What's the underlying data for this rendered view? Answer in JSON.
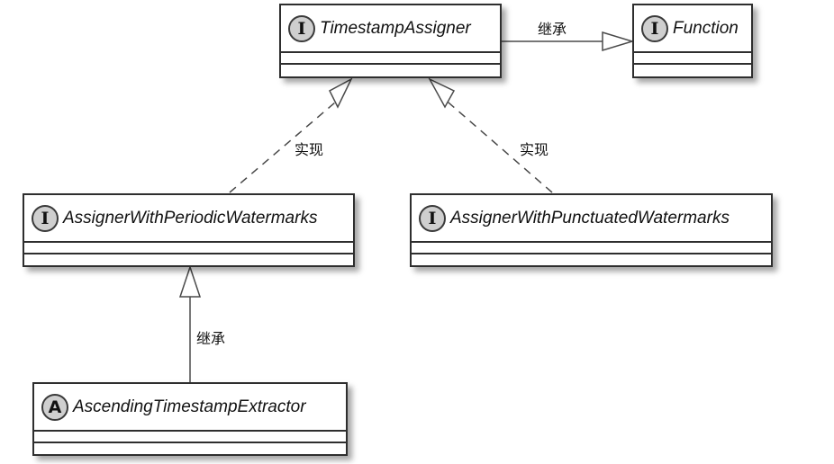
{
  "diagram": {
    "type": "uml-class-diagram",
    "classes": [
      {
        "id": "timestamp_assigner",
        "name": "TimestampAssigner",
        "stereotype": "I",
        "kind": "interface"
      },
      {
        "id": "function",
        "name": "Function",
        "stereotype": "I",
        "kind": "interface"
      },
      {
        "id": "periodic",
        "name": "AssignerWithPeriodicWatermarks",
        "stereotype": "I",
        "kind": "interface"
      },
      {
        "id": "punctuated",
        "name": "AssignerWithPunctuatedWatermarks",
        "stereotype": "I",
        "kind": "interface"
      },
      {
        "id": "ascending",
        "name": "AscendingTimestampExtractor",
        "stereotype": "A",
        "kind": "abstract"
      }
    ],
    "relations": [
      {
        "from": "timestamp_assigner",
        "to": "function",
        "type": "inheritance",
        "label": "继承"
      },
      {
        "from": "periodic",
        "to": "timestamp_assigner",
        "type": "realization",
        "label": "实现"
      },
      {
        "from": "punctuated",
        "to": "timestamp_assigner",
        "type": "realization",
        "label": "实现"
      },
      {
        "from": "ascending",
        "to": "periodic",
        "type": "inheritance",
        "label": "继承"
      }
    ]
  },
  "colors": {
    "line": "#4a4a4a",
    "border": "#2e2e2e",
    "badge_fill": "#cfcfcf"
  }
}
